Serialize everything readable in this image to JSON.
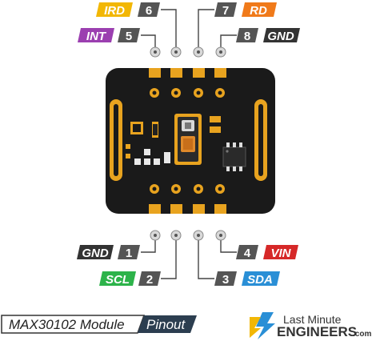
{
  "pins": {
    "irq": {
      "label": "IRD",
      "number": "6",
      "color": "#f2b705"
    },
    "int": {
      "label": "INT",
      "number": "5",
      "color": "#9b3fb0"
    },
    "rd": {
      "label": "RD",
      "number": "7",
      "color": "#f07a1a"
    },
    "gnd_top": {
      "label": "GND",
      "number": "8",
      "color": "#333333"
    },
    "gnd_bottom": {
      "label": "GND",
      "number": "1",
      "color": "#333333"
    },
    "scl": {
      "label": "SCL",
      "number": "2",
      "color": "#2db34a"
    },
    "sda": {
      "label": "SDA",
      "number": "3",
      "color": "#2a8fd6"
    },
    "vin": {
      "label": "VIN",
      "number": "4",
      "color": "#d62828"
    }
  },
  "footer": {
    "module_name": "MAX30102 Module",
    "section": "Pinout"
  },
  "brand": {
    "line1": "Last Minute",
    "line2": "ENGINEERS",
    "suffix": ".com"
  },
  "colors": {
    "number_badge": "#555555",
    "board": "#1a1a1a",
    "gold": "#e8a31f",
    "leader": "#444444"
  }
}
